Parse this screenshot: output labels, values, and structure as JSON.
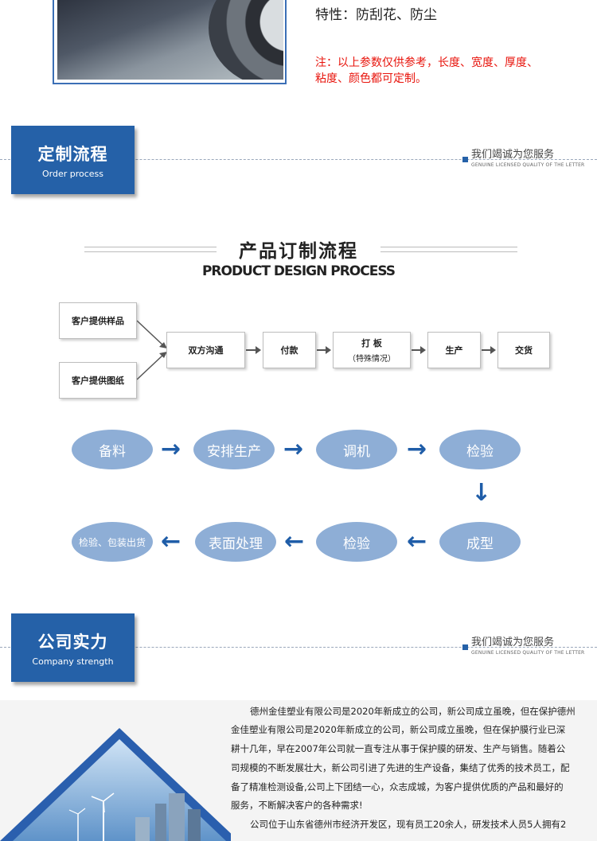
{
  "product": {
    "property_text": "特性：防刮花、防尘",
    "note_line1": "注：以上参数仅供参考，长度、宽度、厚度、",
    "note_line2": "粘度、颜色都可定制。"
  },
  "section_order": {
    "title": "定制流程",
    "subtitle": "Order process",
    "service": "我们竭诚为您服务",
    "genuine": "GENUINE LICENSED QUALITY OF THE LETTER"
  },
  "design_process": {
    "title": "产品订制流程",
    "subtitle": "PRODUCT DESIGN PROCESS",
    "inputs": [
      "客户提供样品",
      "客户提供图纸"
    ],
    "steps": [
      {
        "label": "双方沟通",
        "sub": ""
      },
      {
        "label": "付款",
        "sub": ""
      },
      {
        "label": "打 板",
        "sub": "（特殊情况）"
      },
      {
        "label": "生产",
        "sub": ""
      },
      {
        "label": "交货",
        "sub": ""
      }
    ]
  },
  "flow": {
    "row1": [
      "备料",
      "安排生产",
      "调机",
      "检验"
    ],
    "row2": [
      "检验、包装出货",
      "表面处理",
      "检验",
      "成型"
    ]
  },
  "section_strength": {
    "title": "公司实力",
    "subtitle": "Company strength",
    "service": "我们竭诚为您服务",
    "genuine": "GENUINE LICENSED QUALITY OF THE LETTER"
  },
  "company": {
    "lines": [
      "德州金佳塑业有限公司是2020年新成立的公司，新公司成立虽晚，但在保护德州",
      "金佳塑业有限公司是2020年新成立的公司，新公司成立虽晚，但在保护膜行业已深",
      "耕十几年，早在2007年公司就一直专注从事于保护膜的研发、生产与销售。随着公",
      "司规模的不断发展壮大，新公司引进了先进的生产设备，集结了优秀的技术员工，配",
      "备了精准检测设备,公司上下团结一心，众志成城，为客户提供优质的产品和最好的",
      "服务，不断解决客户的各种需求!",
      "公司位于山东省德州市经济开发区，现有员工20余人，研发技术人员5人拥有2"
    ]
  },
  "colors": {
    "brand_blue": "#2561a8",
    "ellipse": "#8eaed6",
    "note_red": "#e8140c"
  }
}
